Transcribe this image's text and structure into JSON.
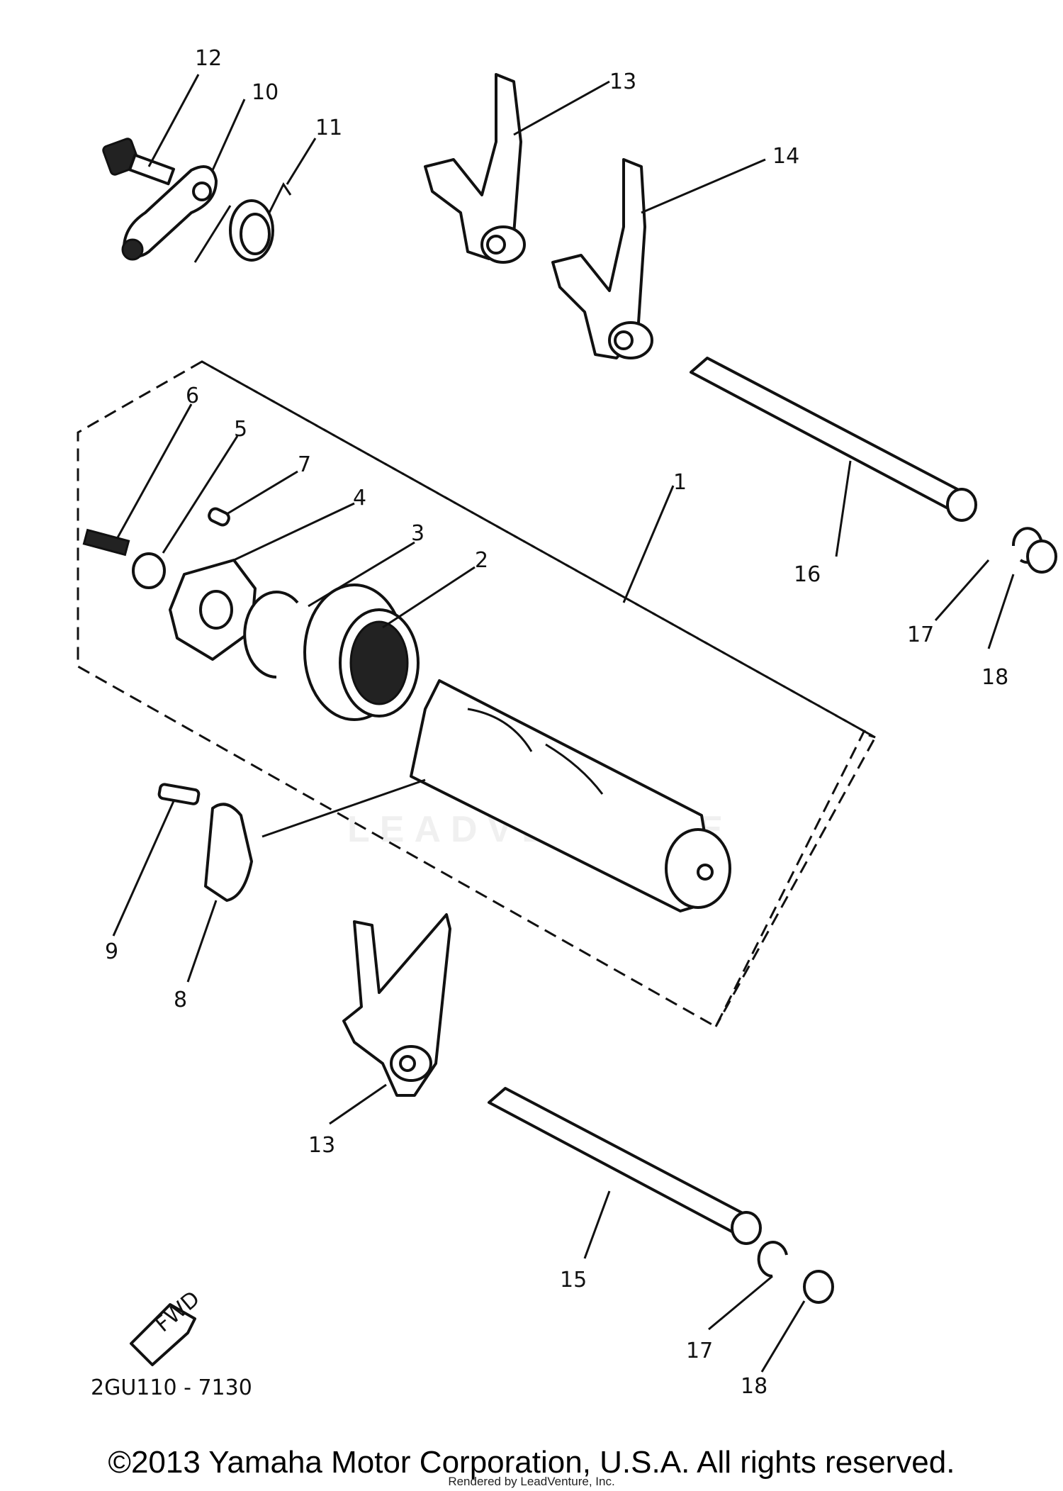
{
  "diagram": {
    "code": "2GU110 - 7130",
    "fwd_label": "FWD",
    "watermark": "LEADVENTURE",
    "callouts": {
      "c1": "1",
      "c2": "2",
      "c3": "3",
      "c4": "4",
      "c5": "5",
      "c6": "6",
      "c7": "7",
      "c8": "8",
      "c9": "9",
      "c10": "10",
      "c11": "11",
      "c12": "12",
      "c13a": "13",
      "c13b": "13",
      "c14": "14",
      "c15": "15",
      "c16": "16",
      "c17a": "17",
      "c17b": "17",
      "c18a": "18",
      "c18b": "18"
    }
  },
  "footer": {
    "copyright": "©2013 Yamaha Motor Corporation, U.S.A. All rights reserved.",
    "rendered_by": "Rendered by LeadVenture, Inc."
  }
}
